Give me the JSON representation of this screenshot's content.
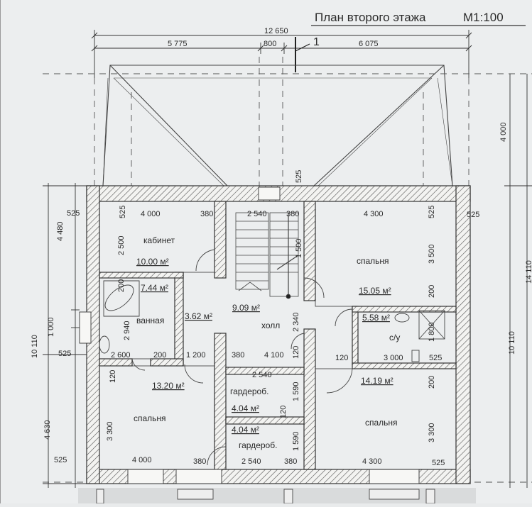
{
  "title": "План второго этажа",
  "scale": "М1:100",
  "section_mark": "1",
  "overall_dims": {
    "total": "12 650",
    "left": "5 775",
    "mid": "800",
    "right": "6 075"
  },
  "rooms": {
    "office": {
      "name": "кабинет",
      "area": "10.00 м²"
    },
    "bath": {
      "name": "ванная",
      "area": "7.44 м²"
    },
    "corridor": {
      "area": "3.62 м²"
    },
    "hall": {
      "name": "холл",
      "area": "9.09 м²"
    },
    "bed_ne": {
      "name": "спальня",
      "area": "15.05 м²"
    },
    "wc": {
      "name": "с/у",
      "area": "5.58 м²"
    },
    "bed_sw": {
      "name": "спальня",
      "area": "13.20 м²"
    },
    "ward1": {
      "name": "гардероб.",
      "area": "4.04 м²"
    },
    "ward2": {
      "name": "гардероб.",
      "area": "4.04 м²"
    },
    "bed_se": {
      "name": "спальня",
      "area": "14.19 м²"
    }
  },
  "dims": {
    "d525a": "525",
    "d525b": "525",
    "d4000a": "4 000",
    "d380a": "380",
    "d2540a": "2 540",
    "d380b": "380",
    "d4300a": "4 300",
    "d525c": "525",
    "d525d": "525",
    "d2500": "2 500",
    "d3500": "3 500",
    "d1500": "1 500",
    "d200a": "200",
    "d200b": "200",
    "d2940": "2 940",
    "d2340": "2 340",
    "d1000": "1 000",
    "d1800": "1 800",
    "d525e": "525",
    "d2600": "2 600",
    "d200c": "200",
    "d1200": "1 200",
    "d380c": "380",
    "d4100": "4 100",
    "d120a": "120",
    "d120b": "120",
    "d3000": "3 000",
    "d525f": "525",
    "d2540b": "2 540",
    "d1590a": "1 590",
    "d1590b": "1 590",
    "d120c": "120",
    "d200d": "200",
    "d3300a": "3 300",
    "d3300b": "3 300",
    "d120d": "120",
    "d4000b": "4 000",
    "d380d": "380",
    "d2540c": "2 540",
    "d380e": "380",
    "d4300b": "4 300",
    "d525g": "525",
    "d525h": "525",
    "d525top": "525",
    "left4480": "4 480",
    "left10110": "10 110",
    "left4630": "4 630",
    "right4000": "4 000",
    "right10110": "10 110",
    "right14110": "14 110",
    "bot525a": "525",
    "bot525b": "525"
  }
}
